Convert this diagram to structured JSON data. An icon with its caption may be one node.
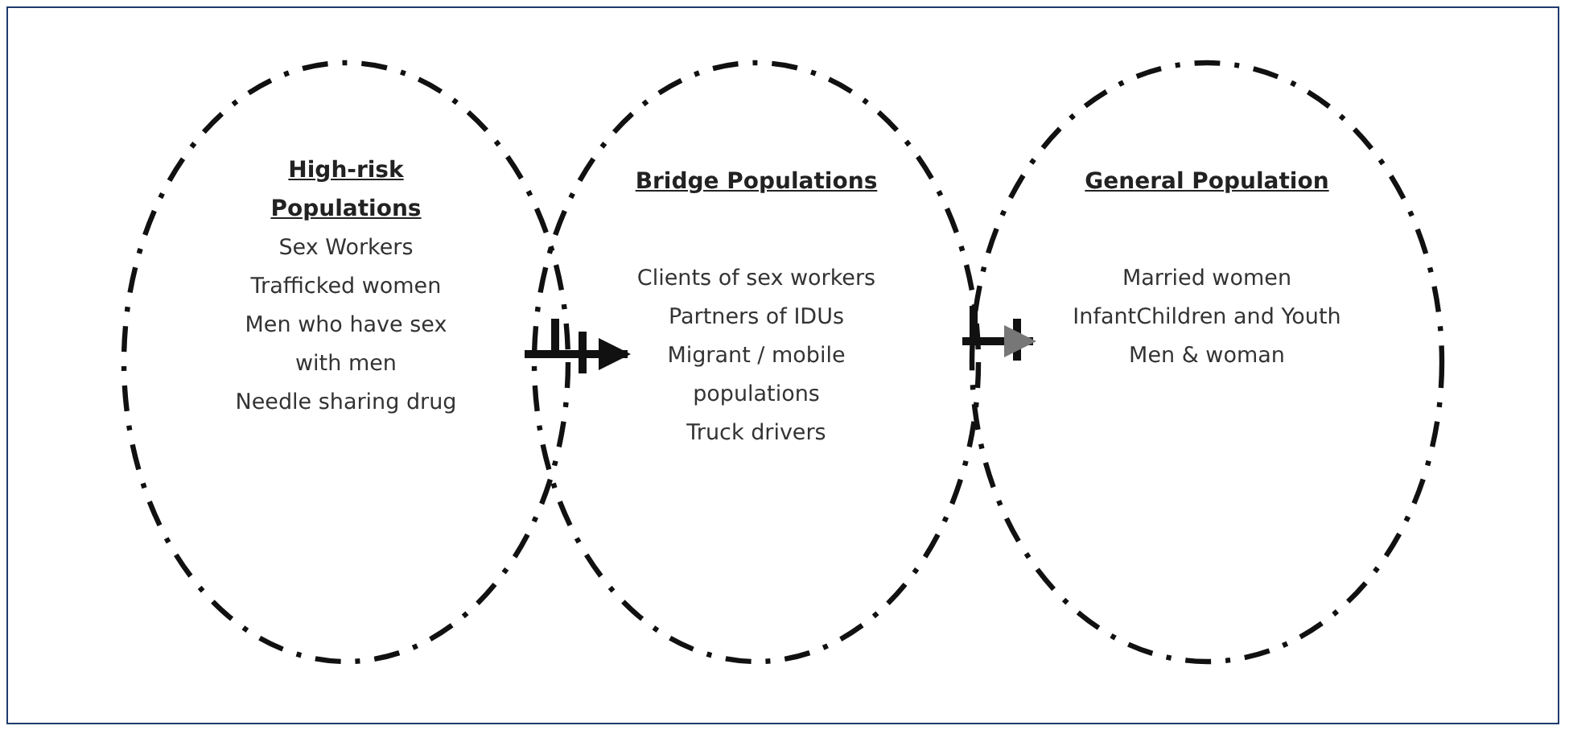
{
  "diagram": {
    "nodes": [
      {
        "text": [
          "High-risk Populations",
          "Sex Workers",
          "Trafficked women",
          "Men who have sex with men",
          "Needle sharing drug"
        ]
      },
      {
        "text": [
          "Bridge Populations",
          "Clients of sex workers",
          "Partners of IDUs",
          "Migrant / mobile populations",
          "Truck drivers"
        ]
      },
      {
        "text": [
          "General Population",
          "Married women",
          "InfantChildren and Youth",
          "Men & woman"
        ]
      }
    ],
    "edges": [
      {
        "from": 0,
        "to": 1,
        "arrow": "to"
      },
      {
        "from": 1,
        "to": 2,
        "arrow": "to"
      }
    ]
  }
}
